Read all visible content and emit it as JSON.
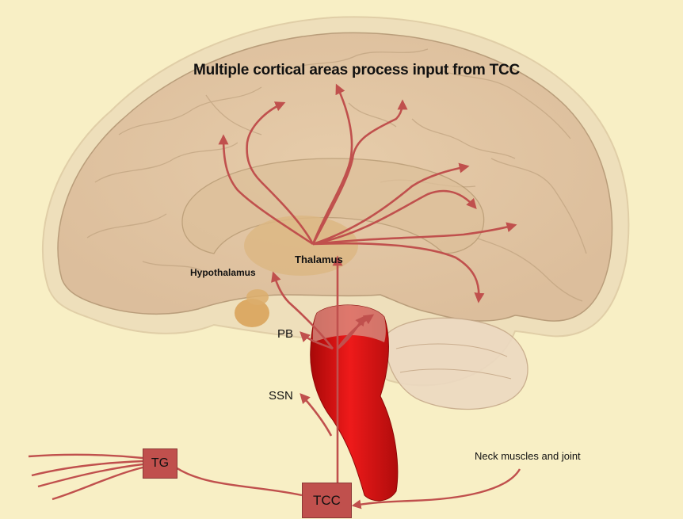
{
  "figure": {
    "title": "Multiple cortical areas process input from TCC",
    "labels": {
      "thalamus": "Thalamus",
      "hypothalamus": "Hypothalamus",
      "pb": "PB",
      "ssn": "SSN",
      "neck": "Neck muscles and joint",
      "tg": "TG",
      "tcc": "TCC"
    },
    "colors": {
      "background": "#f8efc5",
      "brain": "#e4c6a5",
      "arrow": "#c0504d",
      "brainstem": "#e01010",
      "box": "#c0504d",
      "nucleus": "#e0b070"
    }
  }
}
